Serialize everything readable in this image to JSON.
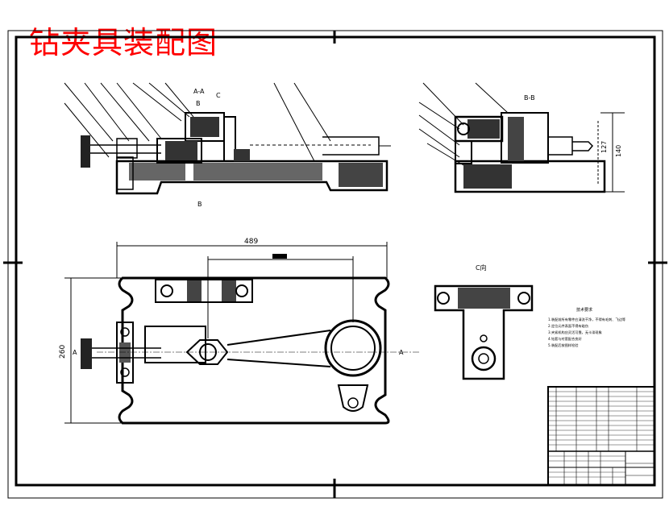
{
  "drawing": {
    "title": "钻夹具装配图",
    "section_aa_label": "A-A",
    "section_bb_label": "B-B",
    "view_c_label": "C向",
    "marker_b_top": "B",
    "marker_b_bottom": "B",
    "marker_c": "C",
    "marker_a_left": "A",
    "marker_a_right": "A",
    "colors": {
      "title": "#ff0000",
      "line": "#000000",
      "paper": "#ffffff"
    }
  },
  "dimensions": {
    "overall_length": "489",
    "bore_spacing": "",
    "overall_width": "260",
    "height_127": "127",
    "height_140": "140"
  },
  "tech_requirements": {
    "heading": "技术要求",
    "lines": [
      "1.装配前所有零件应清洗干净，不得有毛刺、飞边等",
      "2.定位元件表面不得有碰伤",
      "3.夹紧机构应灵活可靠，无卡滞现象",
      "4.钻套与衬套配合良好",
      "5.装配后按图样检验"
    ]
  }
}
